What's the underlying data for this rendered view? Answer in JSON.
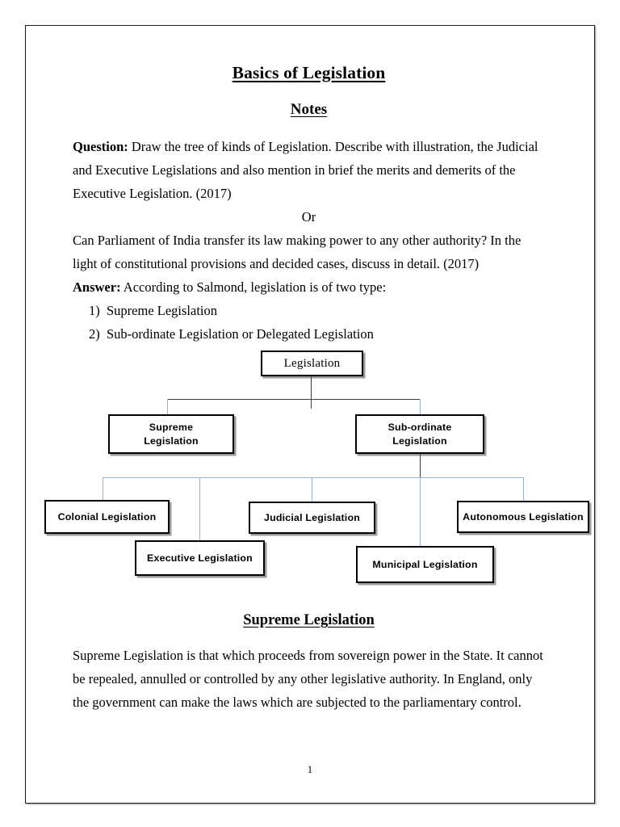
{
  "document": {
    "title": "Basics of Legislation",
    "subtitle": "Notes",
    "page_number": "1"
  },
  "question": {
    "lead": "Question:",
    "body": " Draw the tree of kinds of Legislation. Describe with illustration, the Judicial and Executive Legislations and also mention in brief the merits and demerits of the Executive Legislation. (2017)",
    "or_label": "Or",
    "alternate": "Can Parliament of India transfer its law making power to any other authority? In the light of constitutional provisions and decided cases, discuss in detail. (2017)"
  },
  "answer": {
    "lead": "Answer:",
    "body": " According to Salmond, legislation is of two type:",
    "items": [
      {
        "num": "1)",
        "text": "Supreme Legislation"
      },
      {
        "num": "2)",
        "text": "Sub-ordinate Legislation or Delegated Legislation"
      }
    ]
  },
  "diagram": {
    "type": "tree",
    "root": {
      "label": "Legislation"
    },
    "level2": [
      {
        "label": "Supreme\nLegislation",
        "line1": "Supreme",
        "line2": "Legislation"
      },
      {
        "label": "Sub-ordinate\nLegislation",
        "line1": "Sub-ordinate",
        "line2": "Legislation"
      }
    ],
    "level3": [
      {
        "label": "Colonial Legislation"
      },
      {
        "label": "Executive Legislation"
      },
      {
        "label": "Judicial Legislation"
      },
      {
        "label": "Municipal Legislation"
      },
      {
        "label": "Autonomous Legislation"
      }
    ],
    "connector_color": "#93b3d3",
    "stem_color": "#3c3c3c"
  },
  "section": {
    "heading": "Supreme Legislation",
    "paragraph": "Supreme Legislation is that which proceeds from sovereign power in the State. It cannot be repealed, annulled or controlled by any other legislative authority. In England, only the government can make the laws which are subjected to the parliamentary control."
  }
}
